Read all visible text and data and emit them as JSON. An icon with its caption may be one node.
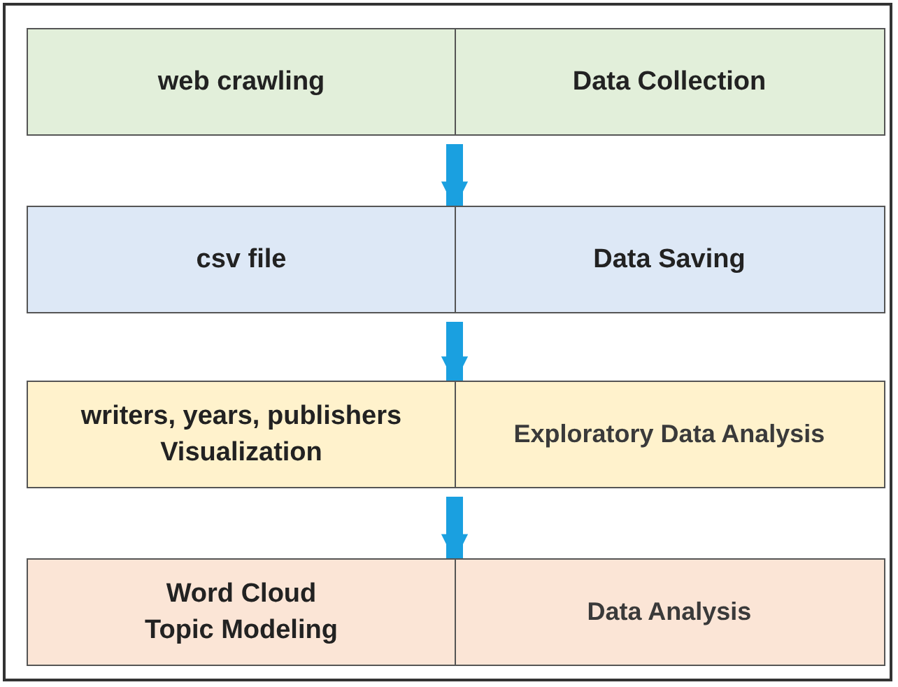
{
  "diagram": {
    "nodes": [
      {
        "text": [
          "web crawling",
          "Data Collection"
        ]
      },
      {
        "text": [
          "csv file",
          "Data Saving"
        ]
      },
      {
        "text": [
          "writers, years, publishers",
          "Visualization",
          "Exploratory Data Analysis"
        ]
      },
      {
        "text": [
          "Word Cloud",
          "Topic Modeling",
          "Data Analysis"
        ]
      }
    ],
    "edges": [
      {
        "from": 0,
        "to": 1,
        "arrow": "to"
      },
      {
        "from": 1,
        "to": 2,
        "arrow": "to"
      },
      {
        "from": 2,
        "to": 3,
        "arrow": "to"
      }
    ]
  }
}
